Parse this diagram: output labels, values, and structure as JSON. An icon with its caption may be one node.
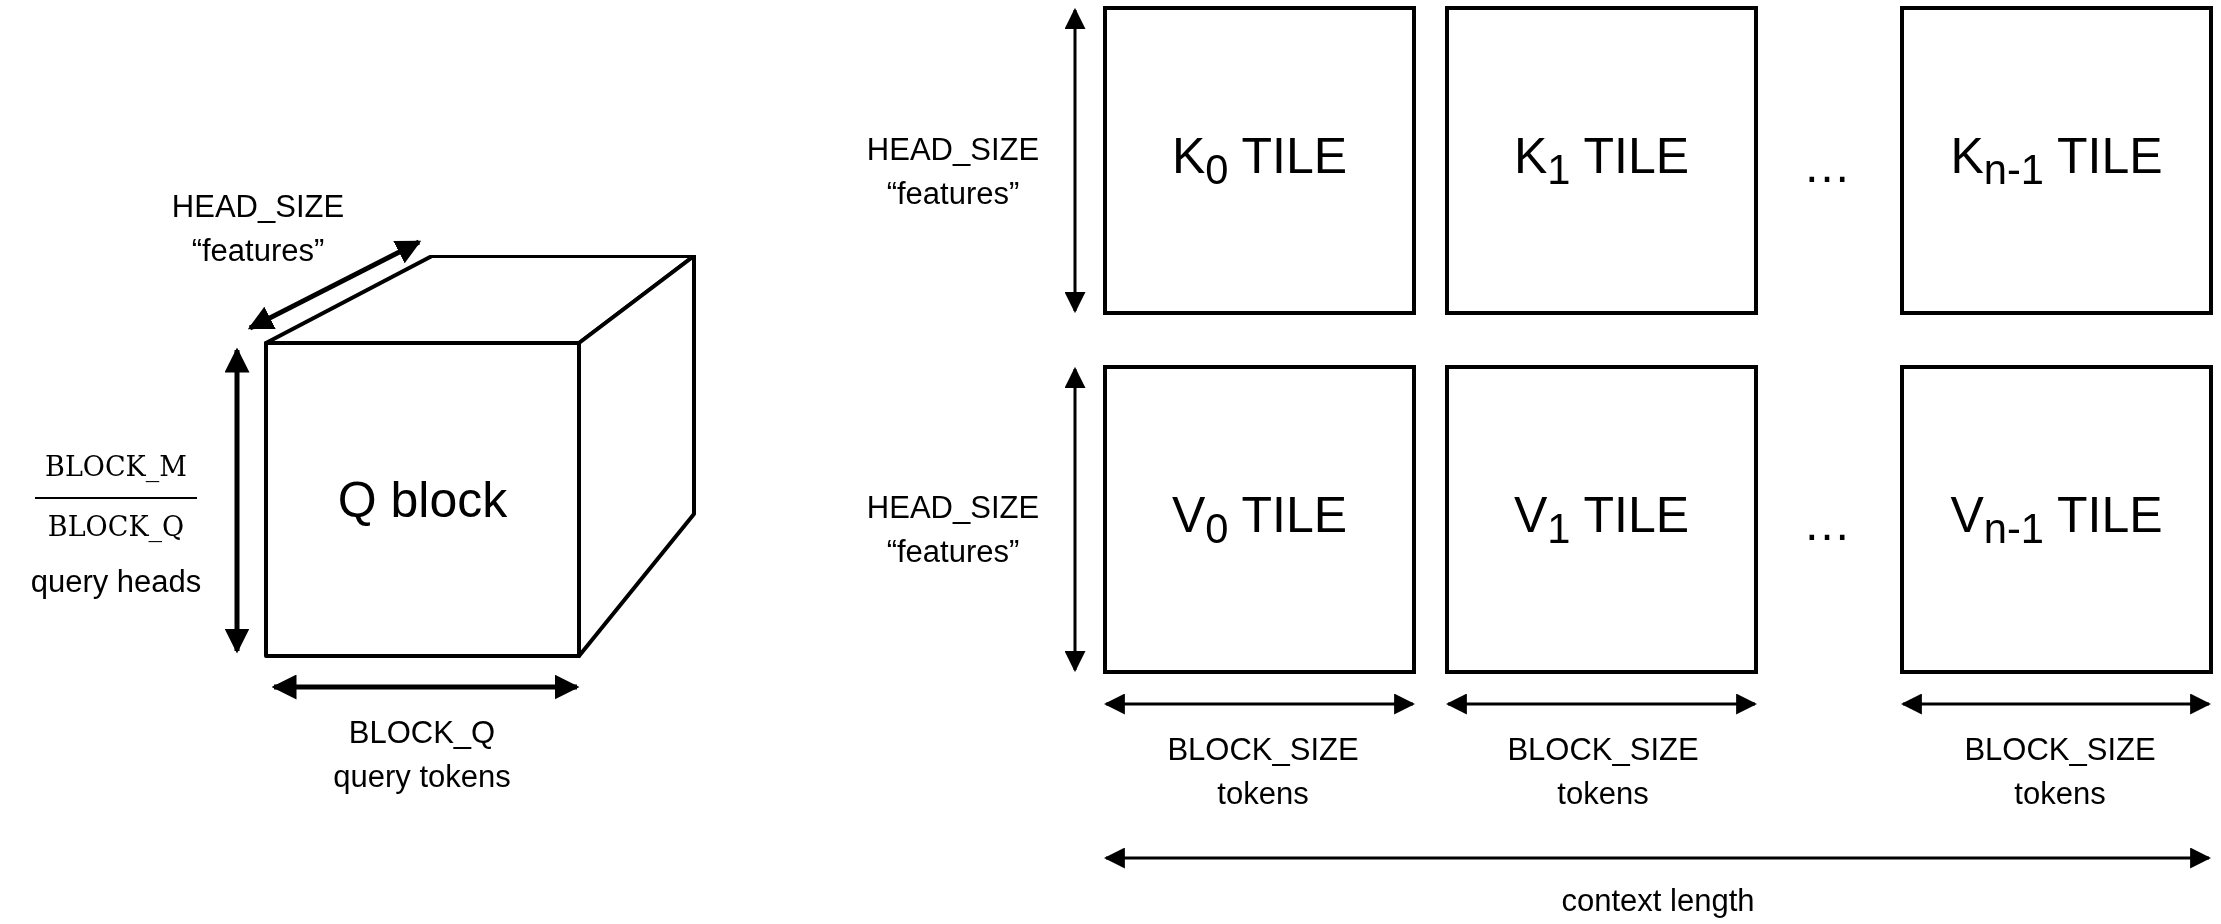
{
  "diagram": {
    "nodes": [
      {
        "text": [
          "Q block"
        ]
      },
      {
        "text": [
          "K$_{0}$ TILE"
        ]
      },
      {
        "text": [
          "K$_{1}$ TILE"
        ]
      },
      {
        "text": [
          "K$_{n-1}$ TILE"
        ]
      },
      {
        "text": [
          "V$_{0}$ TILE"
        ]
      },
      {
        "text": [
          "V$_{1}$ TILE"
        ]
      },
      {
        "text": [
          "V$_{n-1}$ TILE"
        ]
      }
    ],
    "edges": [],
    "labels": [
      "HEAD_SIZE “features”",
      "…",
      "HEAD_SIZE “features”",
      "BLOCK_M",
      "BLOCK_Q",
      "query heads",
      "HEAD_SIZE “features”",
      "…",
      "BLOCK_Q query tokens",
      "BLOCK_SIZE tokens",
      "BLOCK_SIZE tokens",
      "BLOCK_SIZE tokens",
      "context length"
    ]
  }
}
